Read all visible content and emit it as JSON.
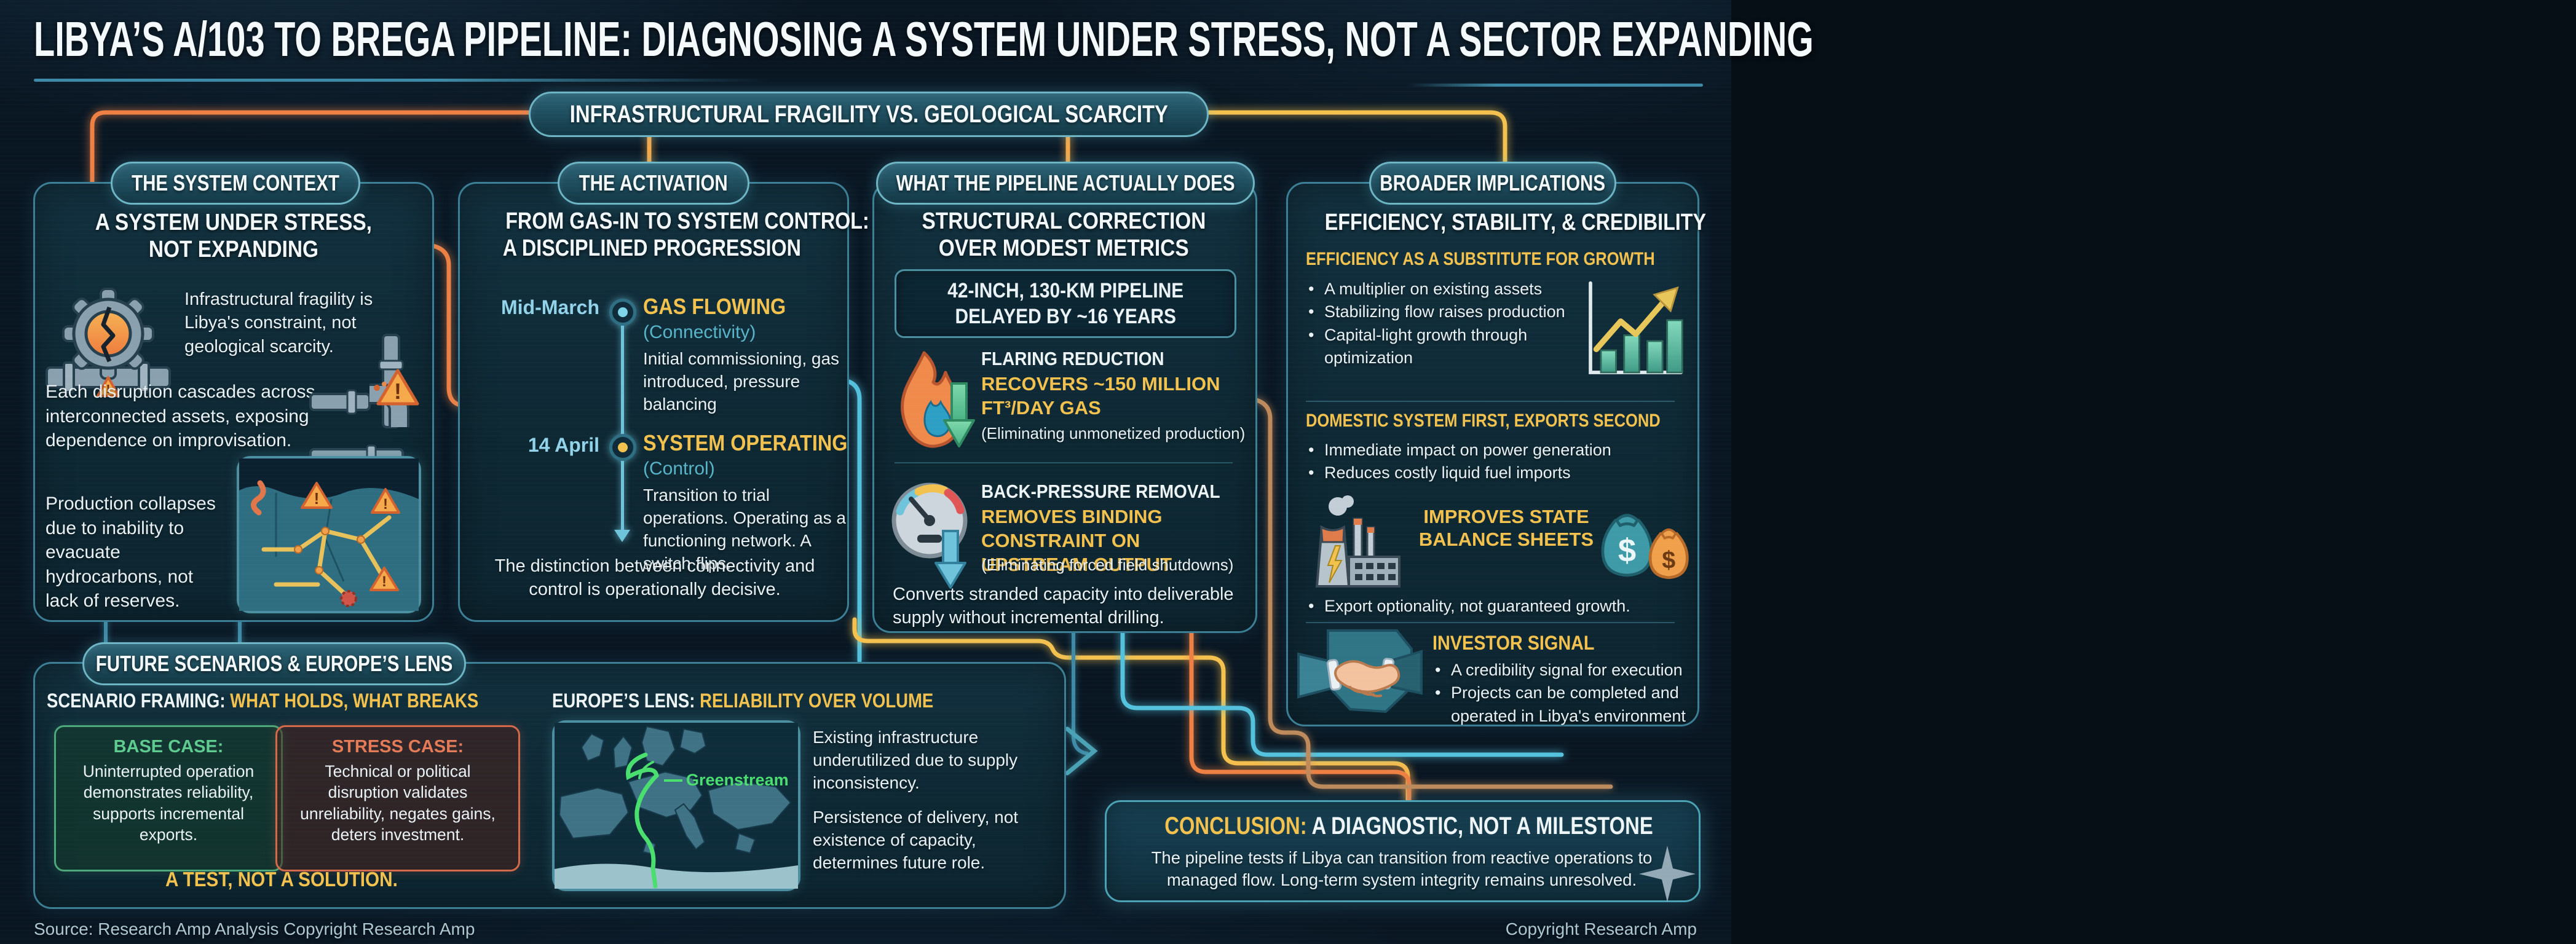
{
  "meta": {
    "title": "LIBYA’S A/103 TO BREGA PIPELINE: DIAGNOSING A SYSTEM UNDER STRESS, NOT A SECTOR EXPANDING",
    "banner": "INFRASTRUCTURAL FRAGILITY VS. GEOLOGICAL SCARCITY",
    "footer_left": "Source: Research Amp Analysis  Copyright Research Amp",
    "footer_right": "Copyright Research Amp"
  },
  "colors": {
    "background": "#0a1723",
    "panel": "#10303d",
    "panel_border": "#3c7f95",
    "accent_gold": "#f2c14e",
    "accent_orange": "#ef8043",
    "accent_cyan": "#55c2dd",
    "accent_green": "#5ecb8f",
    "accent_red": "#e57a57",
    "text": "#eaf2f5"
  },
  "icons": {
    "context_icon": "broken-gear-pipe-icon",
    "context_side_icon": "damaged-pipes-warning-icon",
    "context_map": "libya-pipeline-map",
    "flaring_icon": "flame-down-arrow-icon",
    "pressure_icon": "gauge-down-arrow-icon",
    "growth_icon": "rising-bar-chart-icon",
    "power_icon": "power-plant-icon",
    "money_icon": "money-bags-icon",
    "investor_icon": "handshake-map-icon",
    "europe_map": "europe-greenstream-map",
    "sparkle": "four-point-star-icon"
  },
  "panels": {
    "context": {
      "pill": "THE SYSTEM CONTEXT",
      "heading_line1": "A SYSTEM UNDER STRESS,",
      "heading_line2": "NOT EXPANDING",
      "point1": "Infrastructural fragility is Libya's constraint, not geological scarcity.",
      "point2": "Each disruption cascades across interconnected assets, exposing dependence on improvisation.",
      "point3": "Production collapses due to inability to evacuate hydrocarbons, not lack of reserves."
    },
    "activation": {
      "pill": "THE ACTIVATION",
      "heading_line1": "FROM GAS-IN TO SYSTEM CONTROL:",
      "heading_line2": "A DISCIPLINED PROGRESSION",
      "timeline": [
        {
          "date": "Mid-March",
          "title": "GAS FLOWING",
          "subtitle": "(Connectivity)",
          "body": "Initial commissioning, gas introduced, pressure balancing"
        },
        {
          "date": "14 April",
          "title": "SYSTEM OPERATING",
          "subtitle": "(Control)",
          "body": "Transition to trial operations. Operating as a functioning network. A switch flips."
        }
      ],
      "footer": "The distinction between connectivity and control is operationally decisive."
    },
    "pipeline": {
      "pill": "WHAT THE PIPELINE ACTUALLY DOES",
      "heading_line1": "STRUCTURAL CORRECTION",
      "heading_line2": "OVER MODEST METRICS",
      "metric_line1": "42-INCH, 130-KM PIPELINE",
      "metric_line2": "DELAYED BY ~16 YEARS",
      "items": [
        {
          "title": "FLARING REDUCTION",
          "accent": "RECOVERS ~150 MILLION FT³/DAY GAS",
          "note": "(Eliminating unmonetized production)"
        },
        {
          "title": "BACK-PRESSURE REMOVAL",
          "accent": "REMOVES BINDING CONSTRAINT ON UPSTREAM OUTPUT",
          "note": "(Eliminating forced field shutdowns)"
        }
      ],
      "footer": "Converts stranded capacity into deliverable supply without incremental drilling."
    },
    "implications": {
      "pill": "BROADER IMPLICATIONS",
      "heading": "EFFICIENCY, STABILITY, & CREDIBILITY",
      "sections": [
        {
          "title": "EFFICIENCY AS A SUBSTITUTE FOR GROWTH",
          "bullets": [
            "A multiplier on existing assets",
            "Stabilizing flow raises production",
            "Capital-light growth through optimization"
          ]
        },
        {
          "title": "DOMESTIC SYSTEM FIRST, EXPORTS SECOND",
          "bullets": [
            "Immediate impact on power generation",
            "Reduces costly liquid fuel imports"
          ],
          "callout": "IMPROVES STATE BALANCE SHEETS",
          "bullet_extra": "Export optionality, not guaranteed growth."
        },
        {
          "title": "INVESTOR SIGNAL",
          "bullets": [
            "A credibility signal for execution",
            "Projects can be completed and operated in Libya's environment"
          ]
        }
      ]
    },
    "future": {
      "pill": "FUTURE SCENARIOS & EUROPE’S LENS",
      "scenario": {
        "heading_plain": "SCENARIO FRAMING: ",
        "heading_accent": "WHAT HOLDS, WHAT BREAKS",
        "base": {
          "title": "BASE CASE:",
          "body": "Uninterrupted operation demonstrates reliability, supports incremental exports."
        },
        "stress": {
          "title": "STRESS CASE:",
          "body": "Technical or political disruption validates unreliability, negates gains, deters investment."
        },
        "verdict": "A TEST, NOT A SOLUTION."
      },
      "europe": {
        "heading_plain": "EUROPE’S LENS: ",
        "heading_accent": "RELIABILITY OVER VOLUME",
        "map_label": "Greenstream",
        "para1": "Existing infrastructure underutilized due to supply inconsistency.",
        "para2": "Persistence of delivery, not existence of capacity, determines future role."
      }
    },
    "conclusion": {
      "title_accent": "CONCLUSION:",
      "title_rest": " A DIAGNOSTIC, NOT A MILESTONE",
      "body": "The pipeline tests if Libya can transition from reactive operations to managed flow. Long-term system integrity remains unresolved."
    }
  }
}
